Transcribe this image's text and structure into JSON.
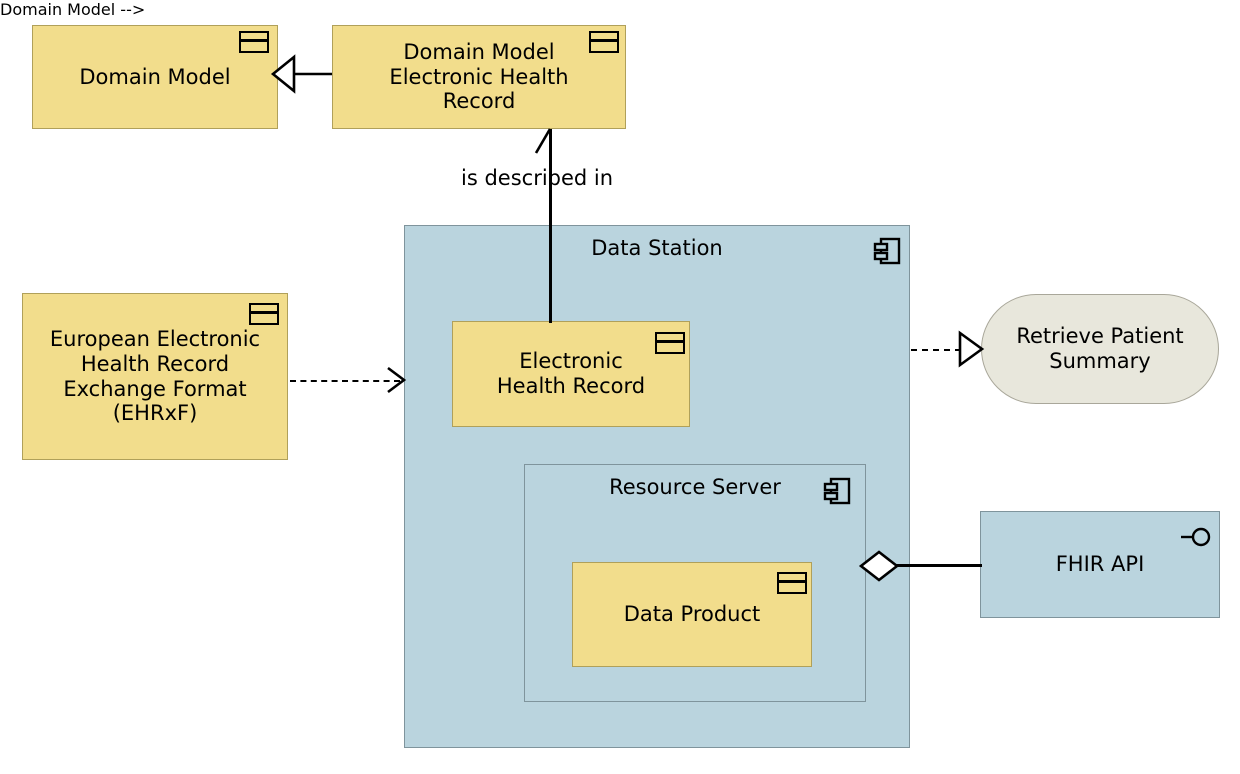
{
  "diagram": {
    "title": "Data Station UML component diagram",
    "background": "#ffffff",
    "colors": {
      "class_fill": "#f2dd8c",
      "class_stroke": "#b0a05a",
      "container_fill": "#bad4de",
      "container_stroke": "#7f949c",
      "usecase_fill": "#e8e7dc",
      "usecase_stroke": "#a9a79a",
      "line": "#000000"
    }
  },
  "nodes": {
    "domain_model": {
      "label": "Domain Model",
      "icon": "uml-class-icon",
      "type": "class"
    },
    "domain_model_ehr": {
      "label": "Domain Model Electronic Health Record",
      "line1": "Domain Model",
      "line2": "Electronic Health",
      "line3": "Record",
      "icon": "uml-class-icon",
      "type": "class"
    },
    "ehrxf": {
      "label": "European Electronic Health Record Exchange Format (EHRxF)",
      "line1": "European Electronic",
      "line2": "Health Record",
      "line3": "Exchange Format",
      "line4": "(EHRxF)",
      "icon": "uml-class-icon",
      "type": "class"
    },
    "data_station": {
      "label": "Data Station",
      "icon": "uml-component-icon",
      "type": "component"
    },
    "electronic_health_record": {
      "label": "Electronic Health Record",
      "line1": "Electronic",
      "line2": "Health Record",
      "icon": "uml-class-icon",
      "type": "class"
    },
    "resource_server": {
      "label": "Resource Server",
      "icon": "uml-component-icon",
      "type": "component"
    },
    "data_product": {
      "label": "Data Product",
      "icon": "uml-class-icon",
      "type": "class"
    },
    "retrieve_patient_summary": {
      "label": "Retrieve Patient Summary",
      "line1": "Retrieve Patient",
      "line2": "Summary",
      "type": "use-case"
    },
    "fhir_api": {
      "label": "FHIR API",
      "icon": "provided-interface-lollipop-icon",
      "type": "interface"
    }
  },
  "edges": {
    "generalization": {
      "label": "",
      "from": "domain_model_ehr",
      "to": "domain_model",
      "style": "solid",
      "arrow": "hollow-triangle"
    },
    "described_in": {
      "label": "is described in",
      "from": "electronic_health_record",
      "to": "domain_model_ehr",
      "style": "solid",
      "arrow": "open-half-arrow"
    },
    "ehrxf_dependency": {
      "label": "",
      "from": "ehrxf",
      "to": "data_station",
      "style": "dashed",
      "arrow": "open-arrow"
    },
    "realizes_use_case": {
      "label": "",
      "from": "data_station",
      "to": "retrieve_patient_summary",
      "style": "dashed",
      "arrow": "hollow-triangle"
    },
    "fhir_aggregation": {
      "label": "",
      "from": "resource_server",
      "to": "fhir_api",
      "style": "solid",
      "arrow": "hollow-diamond"
    }
  }
}
